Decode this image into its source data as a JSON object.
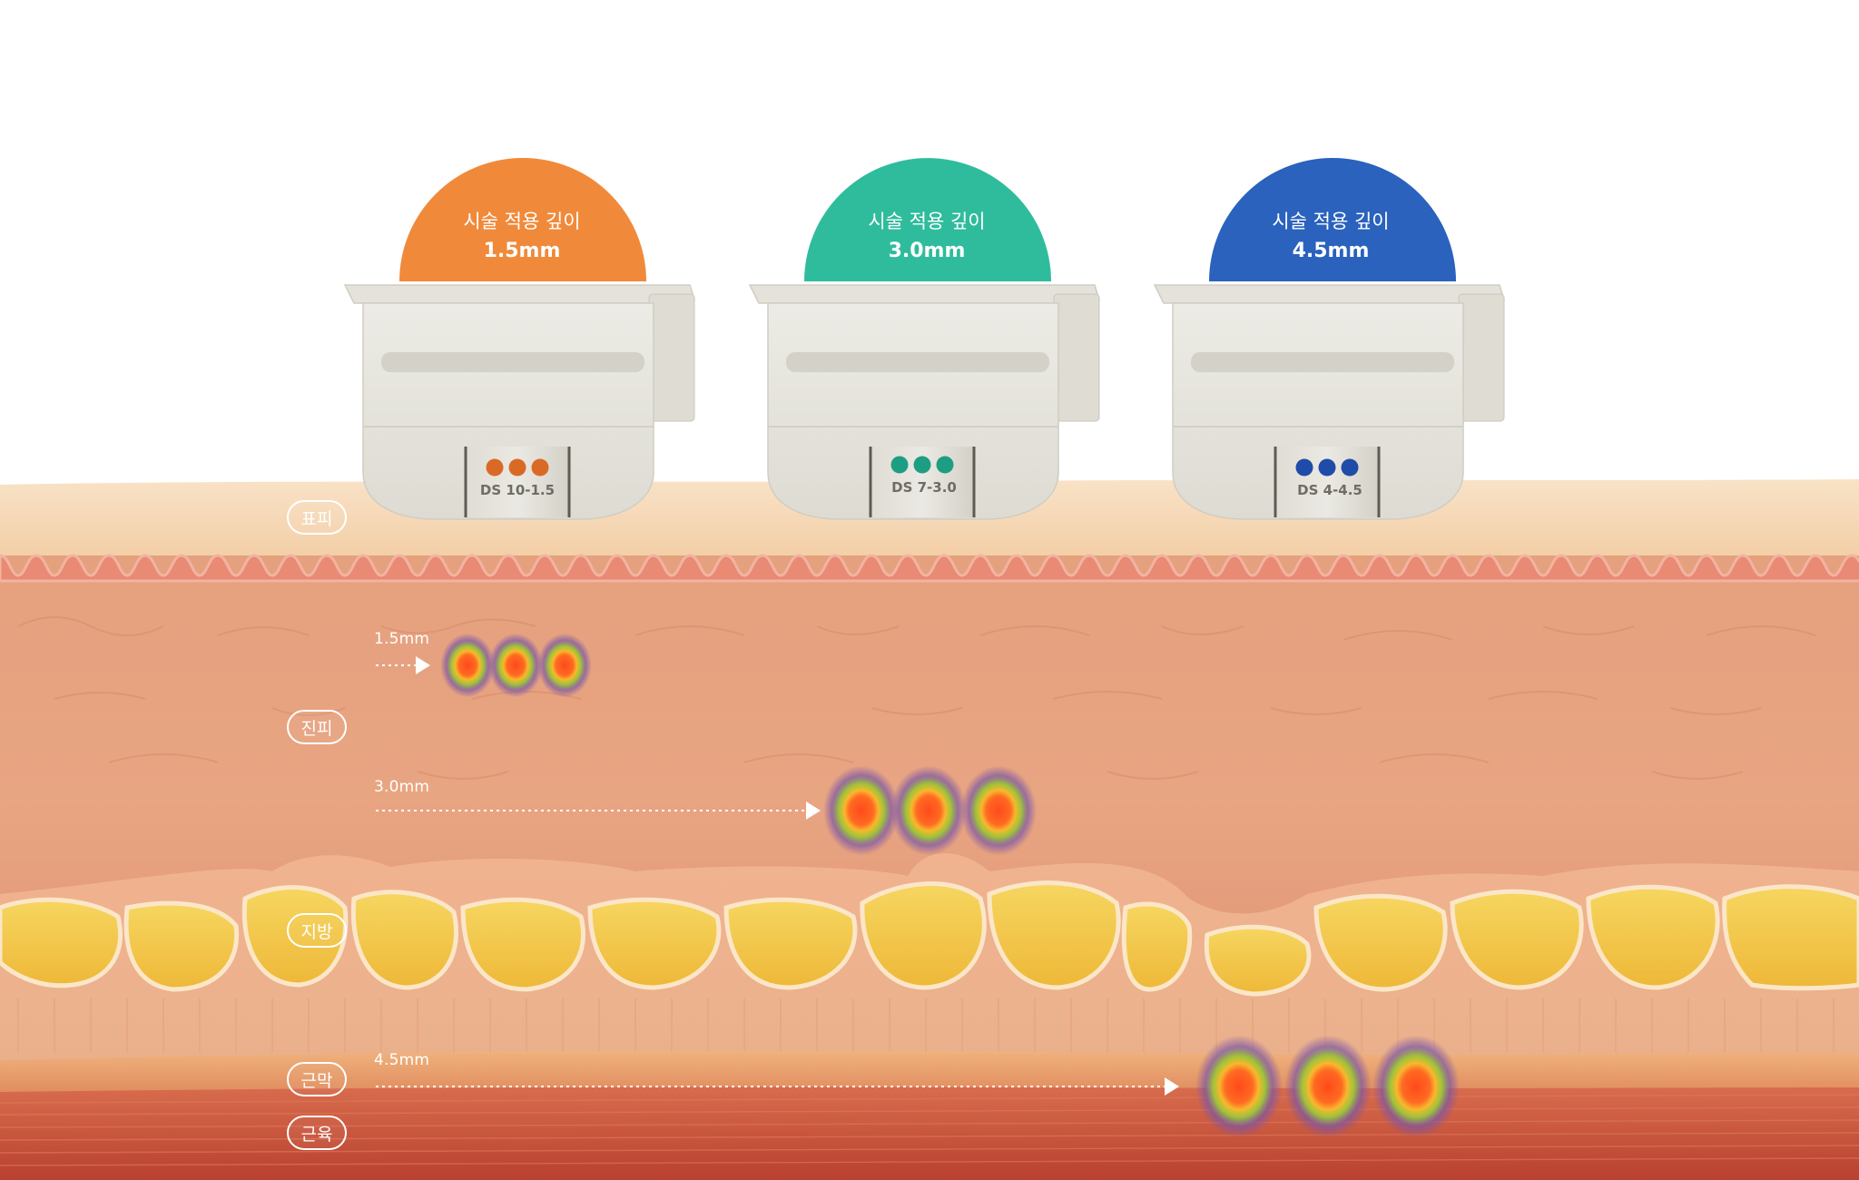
{
  "layers": [
    {
      "id": "epidermis",
      "label": "표피"
    },
    {
      "id": "dermis",
      "label": "진피"
    },
    {
      "id": "fat",
      "label": "지방"
    },
    {
      "id": "fascia",
      "label": "근막"
    },
    {
      "id": "muscle",
      "label": "근육"
    }
  ],
  "cartridges": [
    {
      "title": "시술 적용 깊이",
      "depth": "1.5mm",
      "code": "DS 10-1.5",
      "color": "#f08a3a",
      "dot_color": "#d96a26",
      "depth_mm": 1.5
    },
    {
      "title": "시술 적용 깊이",
      "depth": "3.0mm",
      "code": "DS 7-3.0",
      "color": "#2fbc9c",
      "dot_color": "#1d9e83",
      "depth_mm": 3.0
    },
    {
      "title": "시술 적용 깊이",
      "depth": "4.5mm",
      "code": "DS 4-4.5",
      "color": "#2a62bd",
      "dot_color": "#1f4ca8",
      "depth_mm": 4.5
    }
  ],
  "depth_markers": [
    {
      "label": "1.5mm",
      "depth_mm": 1.5
    },
    {
      "label": "3.0mm",
      "depth_mm": 3.0
    },
    {
      "label": "4.5mm",
      "depth_mm": 4.5
    }
  ],
  "colors": {
    "epidermis": "#f7d7b2",
    "dermis": "#e79f7c",
    "fat": "#f2cc45",
    "muscle": "#c9533f"
  }
}
